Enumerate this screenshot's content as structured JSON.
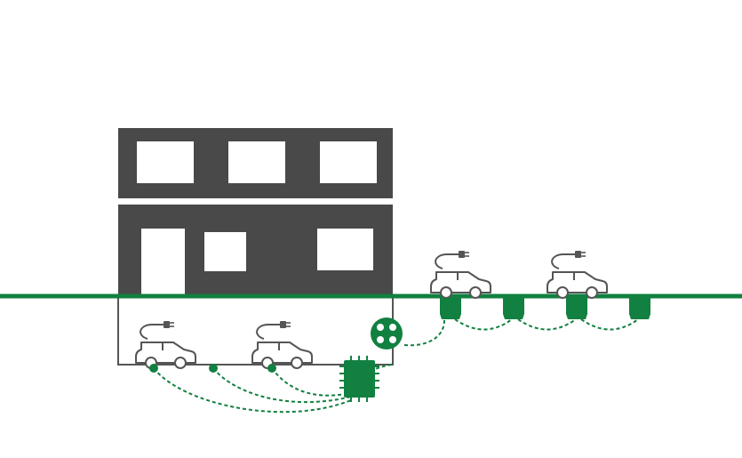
{
  "colors": {
    "background": "#ffffff",
    "building": "#4a4949",
    "window": "#ffffff",
    "outline": "#555555",
    "accent": "#118040",
    "car_fill": "#ffffff"
  },
  "icons": {
    "building": "building-icon",
    "car_with_plug": "electric-car-icon",
    "charger_post": "charging-post-icon",
    "junction": "junction-box-icon",
    "controller": "controller-chip-icon"
  },
  "counts": {
    "garage_cars": 2,
    "street_cars": 2,
    "street_chargers": 4,
    "garage_charge_points": 3
  }
}
